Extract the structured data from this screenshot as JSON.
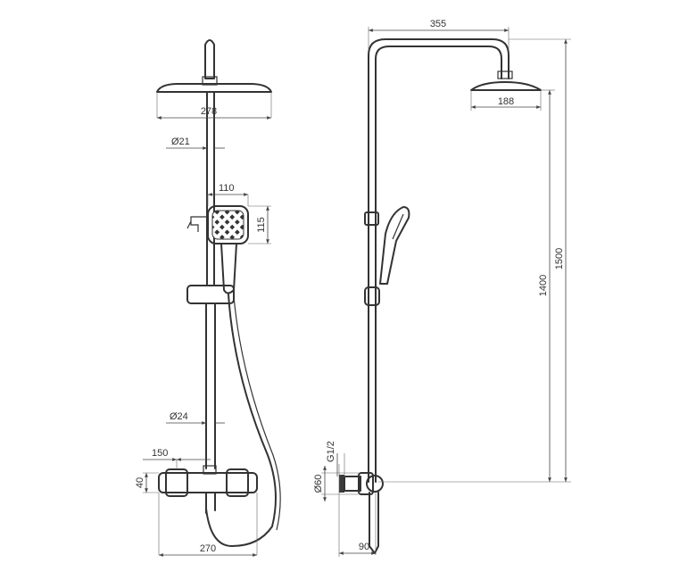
{
  "diagram": {
    "front_view": {
      "head_width": "278",
      "pipe_diameter": "Ø21",
      "handshower_width": "110",
      "handshower_height": "115",
      "bar_diameter": "Ø24",
      "mixer_spacing": "150",
      "mixer_height": "40",
      "mixer_width": "270"
    },
    "side_view": {
      "arm_reach": "355",
      "head_depth": "188",
      "height_1400": "1400",
      "height_1500": "1500",
      "thread": "G1/2",
      "connector_diameter": "Ø60",
      "wall_offset": "90"
    }
  },
  "colors": {
    "line": "#333333",
    "dimension": "#444444",
    "fill": "#3a3a3a"
  }
}
